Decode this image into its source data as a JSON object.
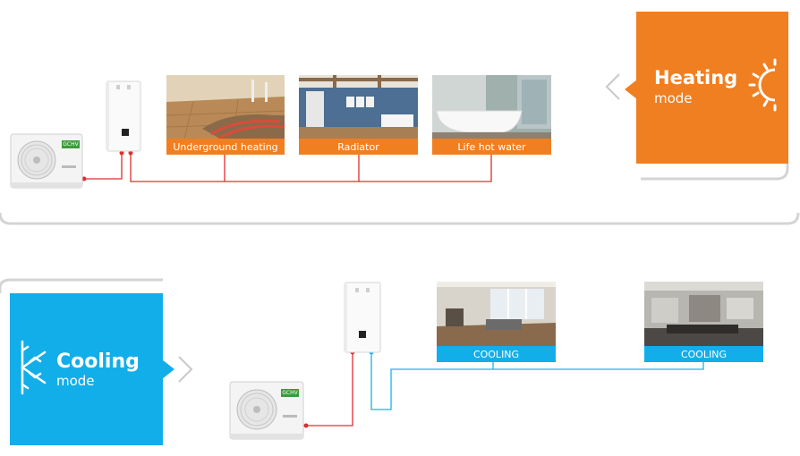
{
  "heating": {
    "title": "Heating",
    "subtitle": "mode",
    "rooms": [
      {
        "label": "Underground heating"
      },
      {
        "label": "Radiator"
      },
      {
        "label": "Life hot water"
      }
    ]
  },
  "cooling": {
    "title": "Cooling",
    "subtitle": "mode",
    "rooms": [
      {
        "label": "COOLING"
      },
      {
        "label": "COOLING"
      }
    ]
  },
  "brand_badge": "GCHV",
  "colors": {
    "heating_accent": "#f07f22",
    "cooling_accent": "#12aee9",
    "hot_pipe": "#e12d2d",
    "cold_pipe": "#19b4ea",
    "border": "#d4d4d4"
  }
}
